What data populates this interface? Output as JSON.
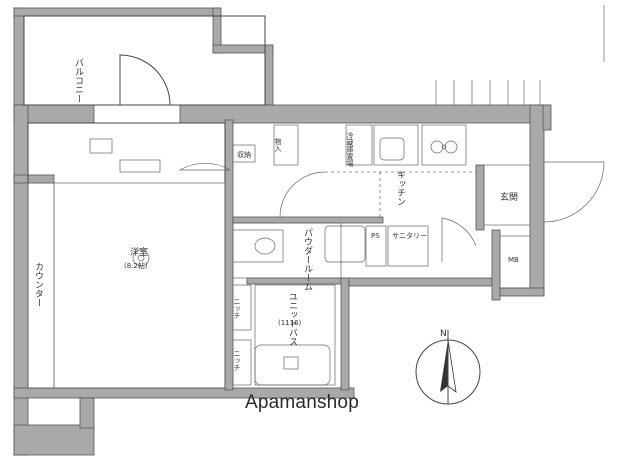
{
  "rooms": {
    "balcony": "バルコニー",
    "main_room": "洋室",
    "main_room_size": "(8.2帖)",
    "counter": "カウンター",
    "storage": "収納",
    "kitchen": "キッチン",
    "entrance": "玄関",
    "mb": "MB",
    "powder_room": "パウダールーム",
    "unit_bath": "ユニットバス",
    "unit_bath_size": "(1116)",
    "niche_upper": "ニッチ",
    "niche_lower": "ニッチ",
    "washer_storage": "物入",
    "sanitary_storage": "サニタリー",
    "fridge_space": "冷蔵庫置場",
    "ps": "PS"
  },
  "compass": {
    "label": "N"
  },
  "watermark": "Apamanshop",
  "icons": [
    "compass-icon",
    "door-swing-icon",
    "toilet-icon",
    "washbasin-icon",
    "stove-icon",
    "sink-icon",
    "bathtub-icon"
  ]
}
